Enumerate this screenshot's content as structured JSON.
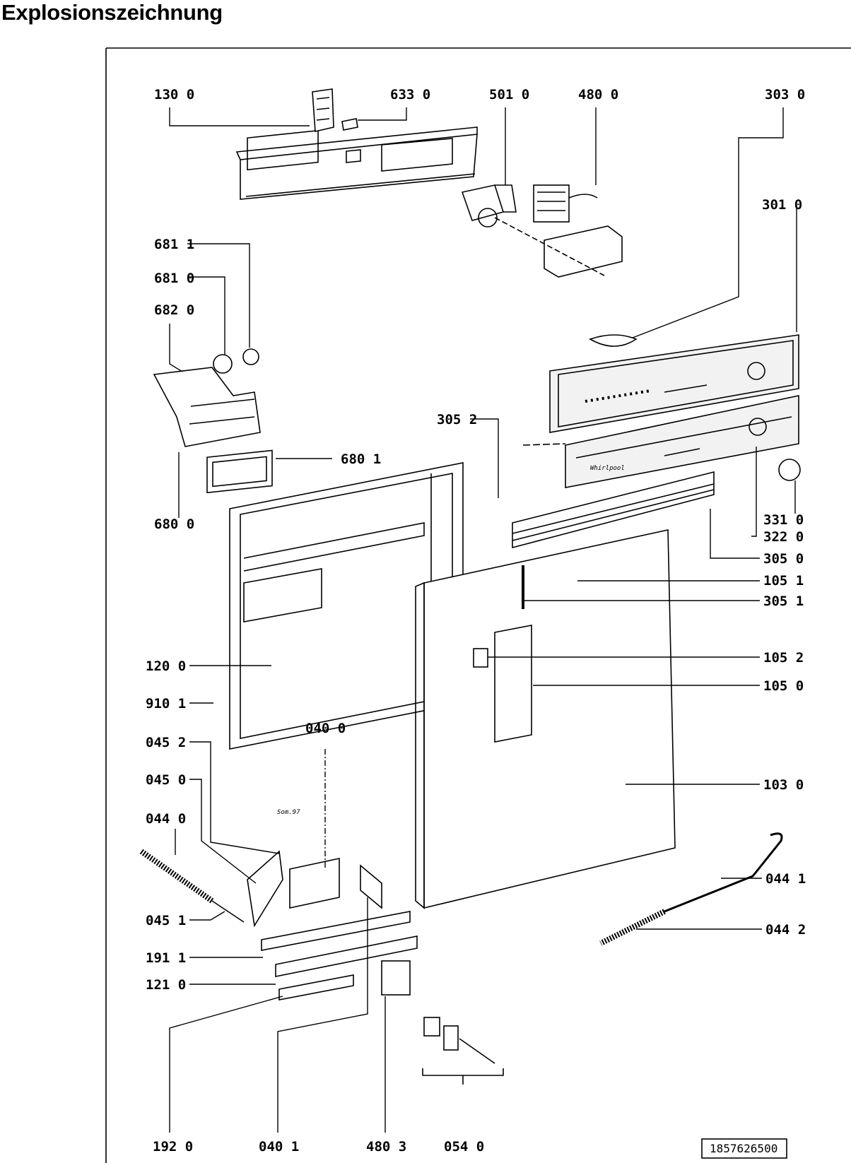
{
  "title": "Explosionszeichnung",
  "reference_number": "1857626500",
  "labels": {
    "l1300": "130 0",
    "l6330": "633 0",
    "l5010": "501 0",
    "l4800": "480 0",
    "l3030": "303 0",
    "l3010": "301 0",
    "l6811": "681 1",
    "l6810": "681 0",
    "l6820": "682 0",
    "l3052": "305 2",
    "l6801": "680 1",
    "l6800": "680 0",
    "l3310": "331 0",
    "l3220": "322 0",
    "l3050": "305 0",
    "l1051": "105 1",
    "l3051": "305 1",
    "l1052": "105 2",
    "l1050": "105 0",
    "l1200": "120 0",
    "l9101": "910 1",
    "l0400": "040 0",
    "l0452": "045 2",
    "l0450": "045 0",
    "l1030": "103 0",
    "l0440": "044 0",
    "l0441": "044 1",
    "l0451": "045 1",
    "l0442": "044 2",
    "l1911": "191 1",
    "l1210": "121 0",
    "l1920": "192 0",
    "l0401": "040 1",
    "l4803": "480 3",
    "l0540": "054 0"
  },
  "part_inscriptions": {
    "brand": "Whirlpool",
    "stamp": "Som.97"
  },
  "colors": {
    "ink": "#000000",
    "paper": "#ffffff",
    "panel_fill": "#f2f2f2"
  }
}
